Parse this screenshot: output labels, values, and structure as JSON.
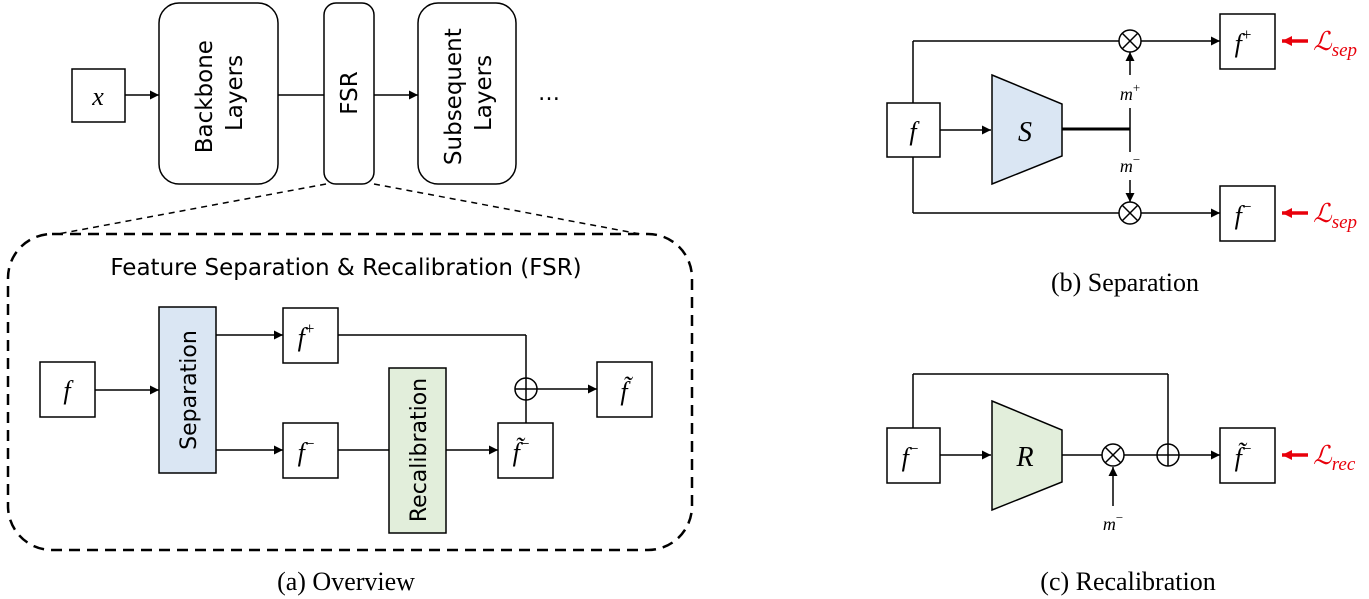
{
  "colors": {
    "separation_fill": "#dae6f3",
    "recalibration_fill": "#e2eedb",
    "loss_color": "#e8000b",
    "stroke": "#000000"
  },
  "overview": {
    "input": "x",
    "backbone": [
      "Backbone",
      "Layers"
    ],
    "fsr": "FSR",
    "subsequent": [
      "Subsequent",
      "Layers"
    ],
    "ellipsis": "…",
    "fsr_title": "Feature Separation & Recalibration (FSR)",
    "f": "f",
    "separation": "Separation",
    "recalibration": "Recalibration",
    "f_plus": {
      "base": "f",
      "sup": "+"
    },
    "f_minus": {
      "base": "f",
      "sup": "−"
    },
    "f_minus_tilde": {
      "base": "f̃",
      "sup": "−"
    },
    "f_tilde": "f̃",
    "caption": "(a) Overview"
  },
  "separation": {
    "f": "f",
    "S": "S",
    "m_plus": {
      "base": "m",
      "sup": "+"
    },
    "m_minus": {
      "base": "m",
      "sup": "−"
    },
    "f_plus": {
      "base": "f",
      "sup": "+"
    },
    "f_minus": {
      "base": "f",
      "sup": "−"
    },
    "loss": {
      "L": "ℒ",
      "sub": "sep"
    },
    "caption": "(b) Separation"
  },
  "recalibration": {
    "f_minus": {
      "base": "f",
      "sup": "−"
    },
    "R": "R",
    "m_minus": {
      "base": "m",
      "sup": "−"
    },
    "f_minus_tilde": {
      "base": "f̃",
      "sup": "−"
    },
    "loss": {
      "L": "ℒ",
      "sub": "rec"
    },
    "caption": "(c) Recalibration"
  }
}
